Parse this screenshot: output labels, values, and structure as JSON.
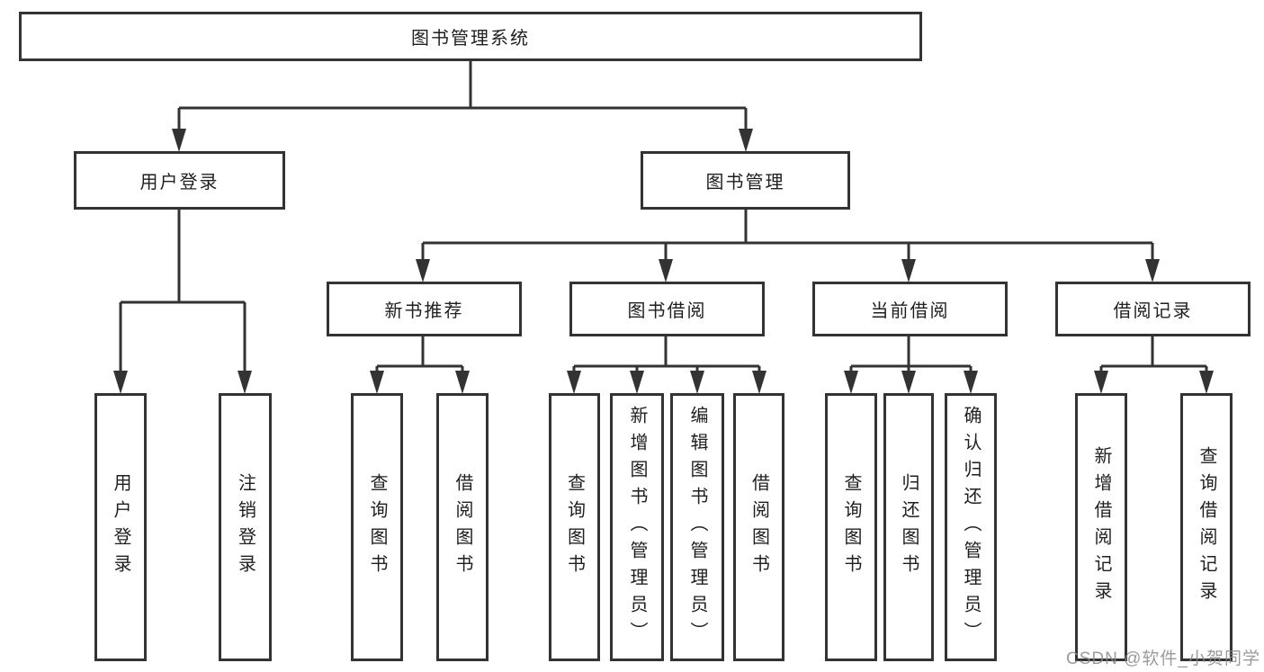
{
  "tree": {
    "label": "图书管理系统",
    "children": [
      {
        "label": "用户登录",
        "children": [
          {
            "label": "用户登录"
          },
          {
            "label": "注销登录"
          }
        ]
      },
      {
        "label": "图书管理",
        "children": [
          {
            "label": "新书推荐",
            "children": [
              {
                "label": "查询图书"
              },
              {
                "label": "借阅图书"
              }
            ]
          },
          {
            "label": "图书借阅",
            "children": [
              {
                "label": "查询图书"
              },
              {
                "label": "新增图书（管理员）"
              },
              {
                "label": "编辑图书（管理员）"
              },
              {
                "label": "借阅图书"
              }
            ]
          },
          {
            "label": "当前借阅",
            "children": [
              {
                "label": "查询图书"
              },
              {
                "label": "归还图书"
              },
              {
                "label": "确认归还（管理员）"
              }
            ]
          },
          {
            "label": "借阅记录",
            "children": [
              {
                "label": "新增借阅记录"
              },
              {
                "label": "查询借阅记录"
              }
            ]
          }
        ]
      }
    ]
  },
  "watermark": "CSDN @软件_小贺同学",
  "colors": {
    "line": "#333333",
    "box_border": "#333333",
    "box_fill": "#ffffff",
    "text": "#1f1f1f",
    "watermark": "#8a8a8a",
    "background": "#ffffff"
  }
}
